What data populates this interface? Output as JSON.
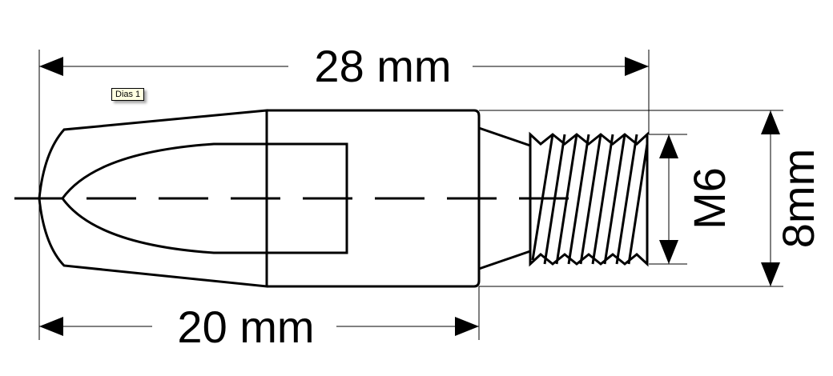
{
  "tooltip": {
    "label": "Dias 1"
  },
  "dimensions": {
    "overall_length": "28 mm",
    "body_length": "20 mm",
    "thread": "M6",
    "diameter": "8mm"
  },
  "colors": {
    "line": "#000000",
    "tooltip_bg": "#ffffe1"
  }
}
